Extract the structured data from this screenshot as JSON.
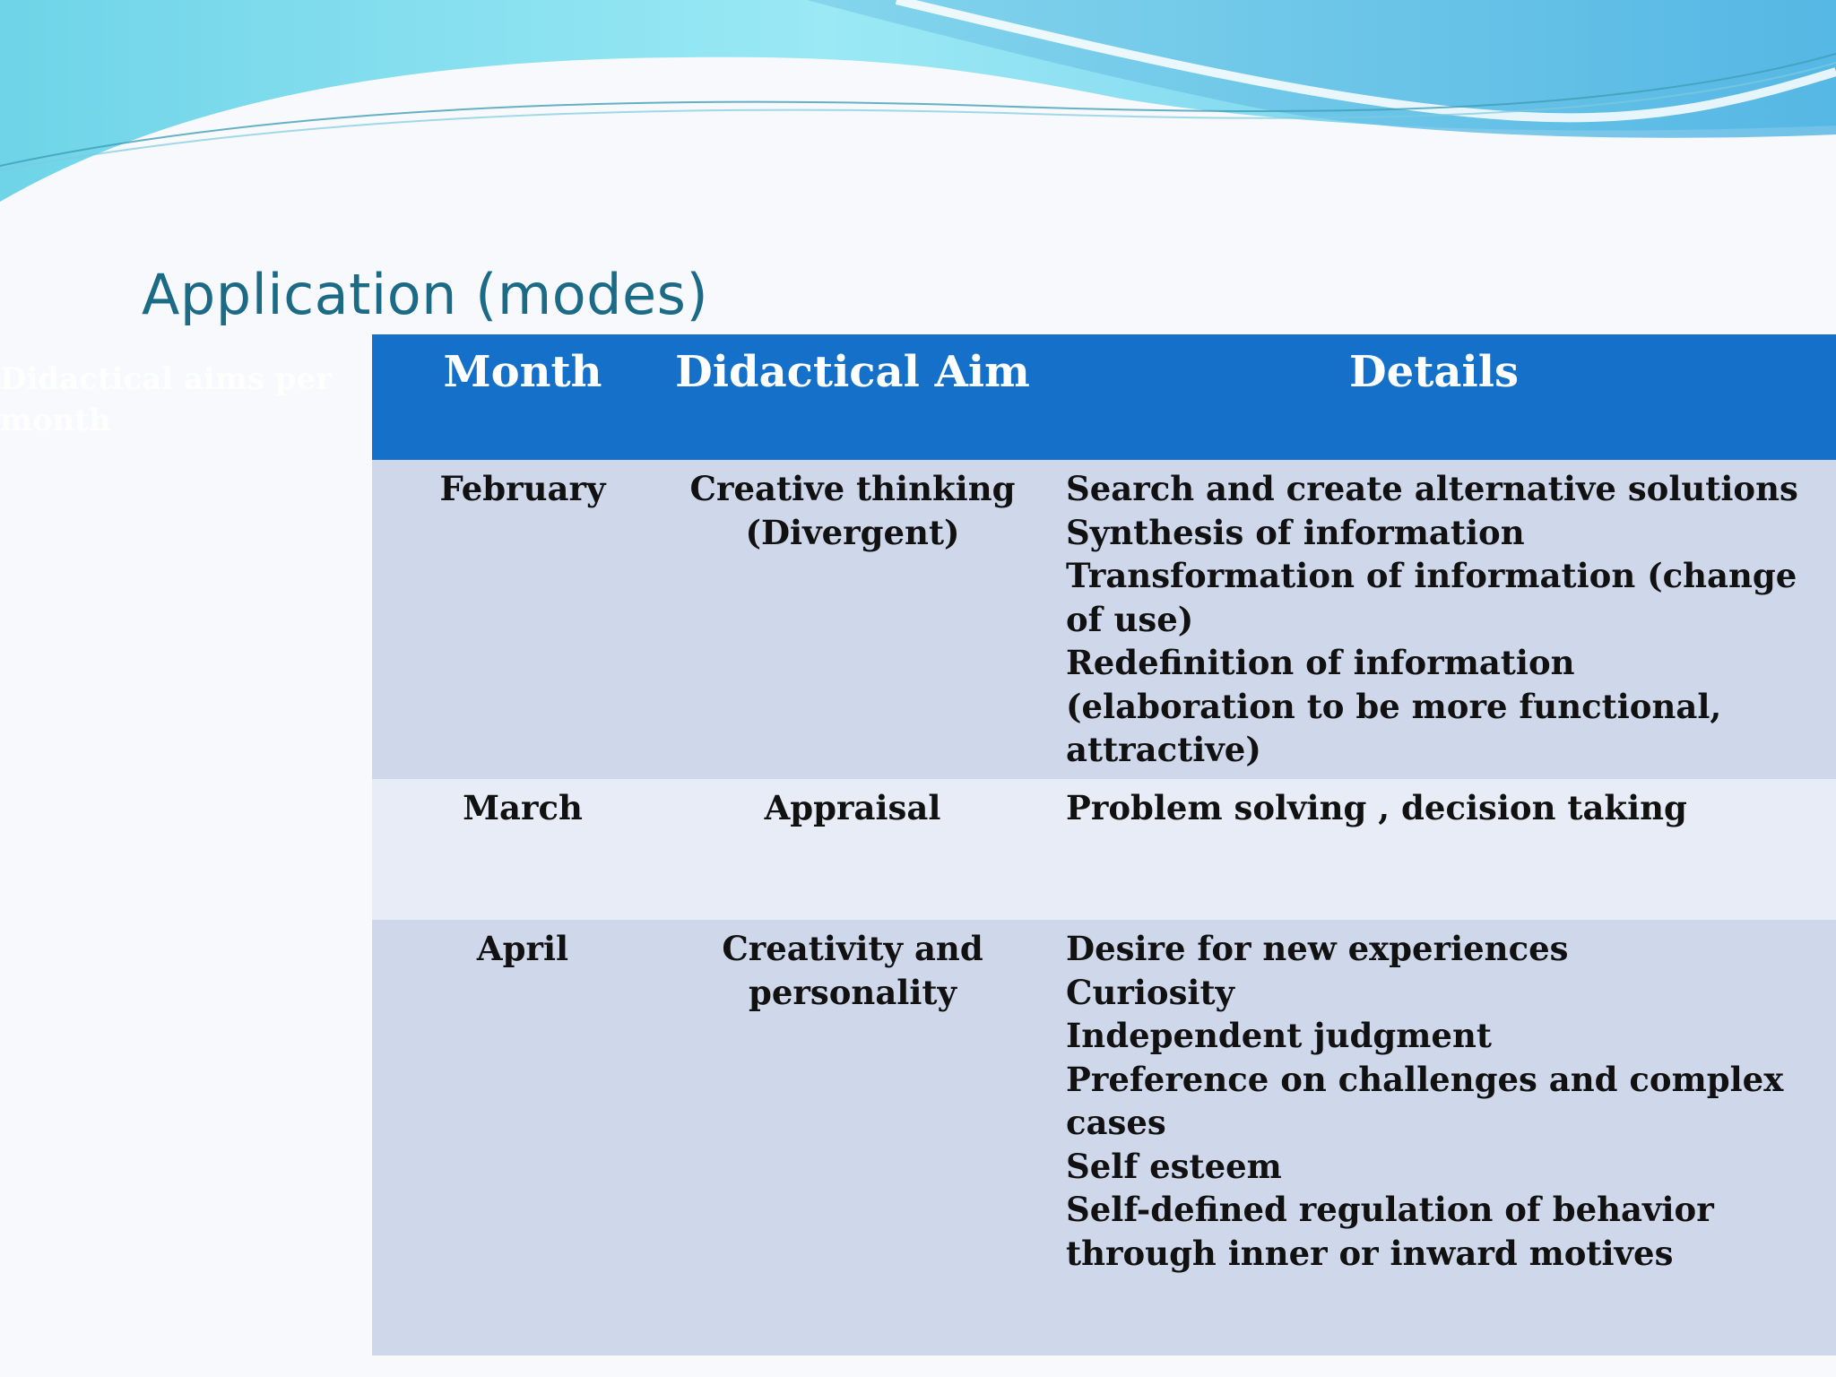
{
  "slide": {
    "title": "Application (modes)",
    "ghost_text": [
      "Didactical aims per",
      "month"
    ]
  },
  "table": {
    "headers": [
      "Month",
      "Didactical Aim",
      "Details"
    ],
    "rows": [
      {
        "month": "February",
        "aim": [
          "Creative thinking",
          "(Divergent)"
        ],
        "details": [
          "Search and create alternative solutions",
          "Synthesis of information",
          "Transformation of information (change",
          "of use)",
          "Redefinition of information",
          "(elaboration to be more functional,",
          "attractive)"
        ]
      },
      {
        "month": "March",
        "aim": [
          "Appraisal"
        ],
        "details": [
          "Problem solving , decision taking"
        ]
      },
      {
        "month": "April",
        "aim": [
          "Creativity and",
          "personality"
        ],
        "details": [
          "Desire for new experiences",
          "Curiosity",
          "Independent judgment",
          "Preference on challenges and complex",
          "cases",
          "Self esteem",
          "Self-defined regulation of behavior",
          "through inner or inward motives"
        ]
      }
    ]
  },
  "colors": {
    "header_bg": "#1470c8",
    "row_dark": "#cfd7ea",
    "row_light": "#e8ecf6",
    "title": "#1b6a86",
    "wave_light": "#8fe6f2",
    "wave_mid": "#5fc7ea",
    "wave_dark": "#4aa6d8"
  }
}
